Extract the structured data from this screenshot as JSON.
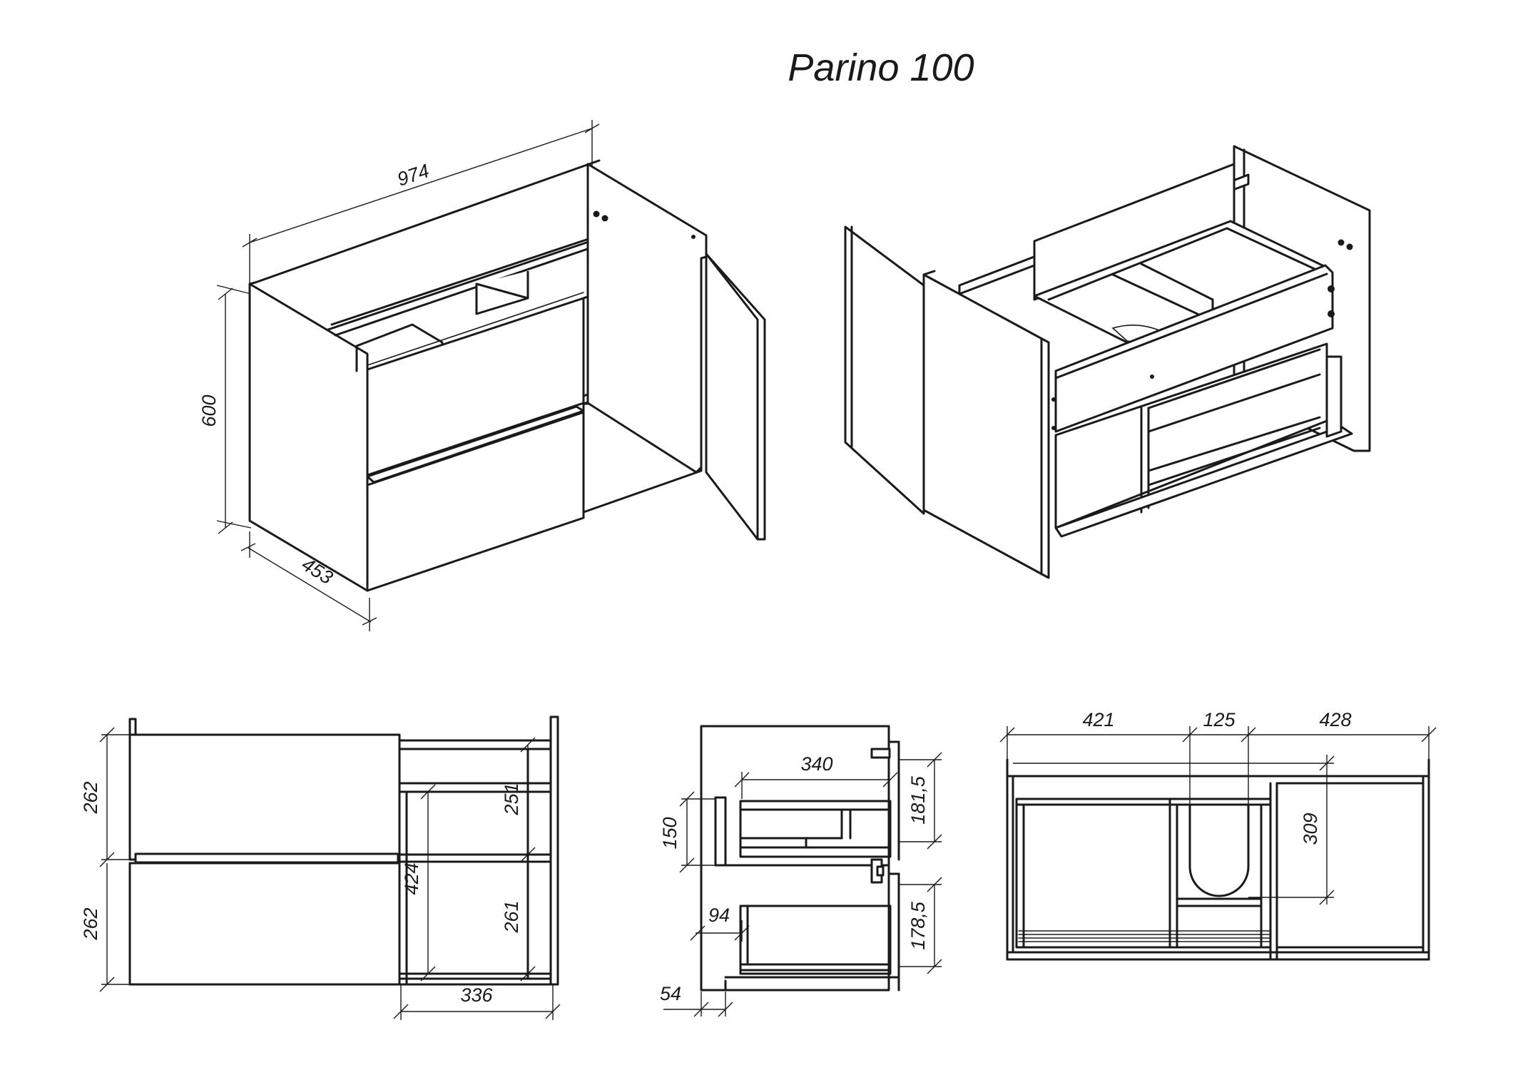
{
  "title": "Parino 100",
  "iso_view": {
    "width": "974",
    "height": "600",
    "depth": "453"
  },
  "side_view": {
    "upper_drawer_front": "262",
    "lower_drawer_front": "262",
    "upper_compartment": "251",
    "lower_compartment": "261",
    "shelf_height": "424",
    "depth": "336"
  },
  "section_view": {
    "inner_width": "340",
    "upper_drawer_height": "150",
    "upper_clearance": "181,5",
    "lower_clearance": "178,5",
    "offset": "94",
    "base": "54"
  },
  "top_view": {
    "left_width": "421",
    "cutout_width": "125",
    "right_width": "428",
    "cutout_depth": "309"
  }
}
